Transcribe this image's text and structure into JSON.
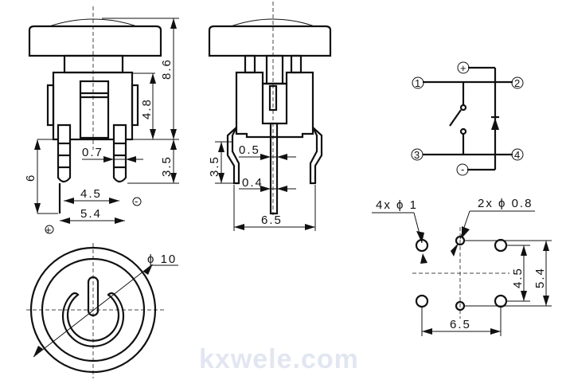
{
  "watermark": "kxwele.com",
  "front_view": {
    "dim_height_total": "8.6",
    "dim_body": "4.8",
    "dim_pin_below": "3.5",
    "dim_pin_len": "6",
    "dim_pin_width": "0.7",
    "dim_pin_inner": "4.5",
    "dim_pin_outer": "5.4",
    "plus": "+",
    "minus": "-"
  },
  "side_view": {
    "dim_lead": "3.5",
    "dim_led_lead_top": "0.5",
    "dim_led_lead": "0.4",
    "dim_width": "6.5"
  },
  "top_view": {
    "dim_diameter": "ϕ 10"
  },
  "schematic": {
    "pin1": "1",
    "pin2": "2",
    "pin3": "3",
    "pin4": "4",
    "plus": "+",
    "minus": "-"
  },
  "footprint": {
    "holes_large": "4x ϕ 1",
    "holes_small": "2x ϕ 0.8",
    "dim_inner": "4.5",
    "dim_outer": "5.4",
    "dim_pitch": "6.5"
  }
}
